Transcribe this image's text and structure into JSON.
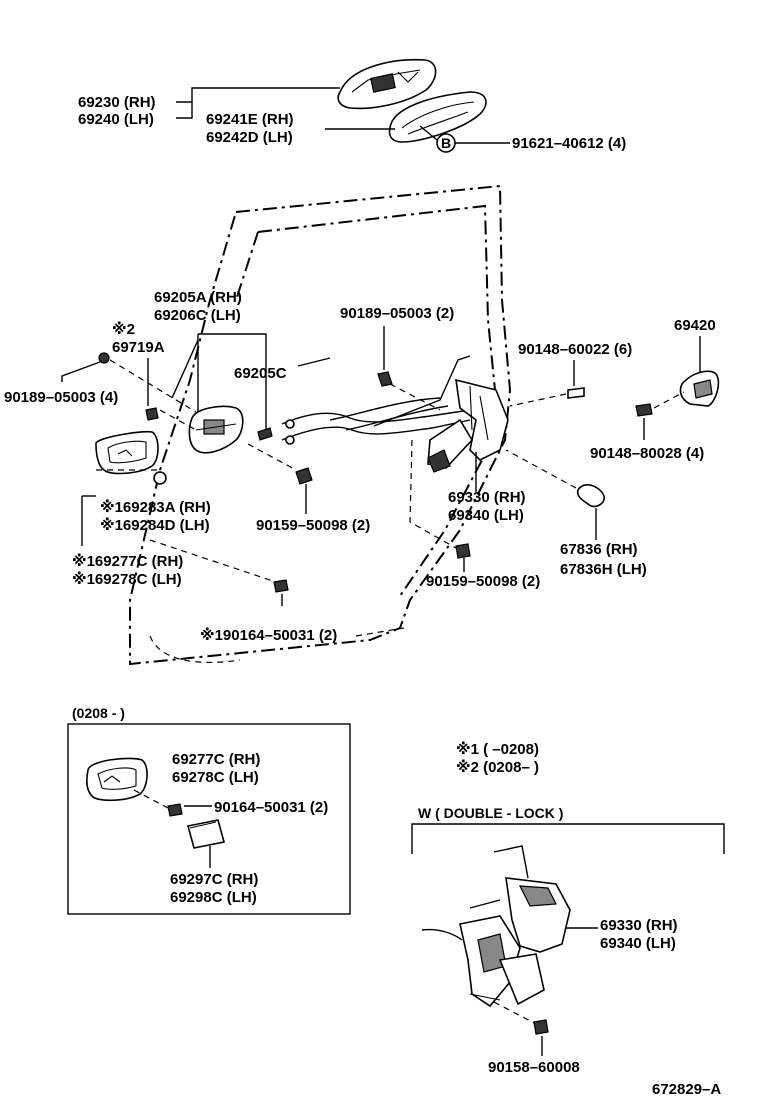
{
  "labels": {
    "p69230": "69230 (RH)",
    "p69240": "69240 (LH)",
    "p69241E": "69241E (RH)",
    "p69242D": "69242D (LH)",
    "callout_b": "B",
    "p91621": "91621–40612 (4)",
    "p69205A": "69205A (RH)",
    "p69206C": "69206C (LH)",
    "note2": "※2",
    "p69719A": "69719A",
    "p90189_left": "90189–05003 (4)",
    "p69205C": "69205C",
    "p90189_top": "90189–05003 (2)",
    "p90148_60022": "90148–60022 (6)",
    "p69420": "69420",
    "p90148_80028": "90148–80028 (4)",
    "p69330_main": "69330 (RH)",
    "p69340_main": "69340 (LH)",
    "p169283A": "※169283A (RH)",
    "p169284D": "※169284D (LH)",
    "p90159_a": "90159–50098 (2)",
    "p169277C": "※169277C (RH)",
    "p169278C": "※169278C (LH)",
    "p67836": "67836   (RH)",
    "p67836H": "67836H (LH)",
    "p90159_b": "90159–50098 (2)",
    "p190164": "※190164–50031 (2)",
    "box_header": "(0208 -      )",
    "box_69277C": "69277C (RH)",
    "box_69278C": "69278C (LH)",
    "box_90164": "90164–50031 (2)",
    "box_69297C": "69297C (RH)",
    "box_69298C": "69298C (LH)",
    "note1_line": "※1  (       –0208)",
    "note2_line": "※2  (0208–        )",
    "dl_header": "W ( DOUBLE - LOCK )",
    "dl_69330": "69330 (RH)",
    "dl_69340": "69340 (LH)",
    "p90158": "90158–60008",
    "catalog_ref": "672829–A"
  }
}
